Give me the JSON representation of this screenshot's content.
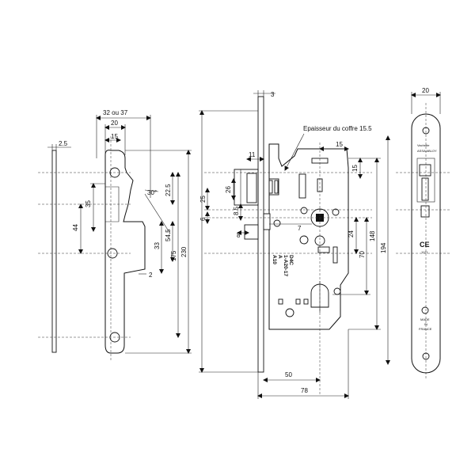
{
  "strike_plate": {
    "dimensions": {
      "thickness": "2.5",
      "width_total": "32 ou 37",
      "width_inner": "20",
      "width_slot": "15",
      "height_total": "230",
      "height_holes": "175",
      "left_35": "35",
      "left_44": "44",
      "angle": "30°",
      "right_22_5": "22.5",
      "right_54_5": "54.5",
      "right_33": "33",
      "bottom_2": "2"
    }
  },
  "lock_body": {
    "annotation": "Epaisseur du coffre 15.5",
    "marking_lines": [
      "D4C",
      "1-A20-17",
      "A",
      "A10"
    ],
    "dimensions": {
      "top_3": "3",
      "top_11": "11",
      "top_15": "15",
      "right_15": "15",
      "left_26": "26",
      "left_25": "25",
      "left_6": "6",
      "left_8_5": "8.5",
      "left_8": "8",
      "center_7": "7",
      "right_24": "24",
      "right_70": "70",
      "right_148": "148",
      "right_194": "194",
      "bottom_50": "50",
      "bottom_78": "78"
    }
  },
  "faceplate": {
    "width": "20",
    "brand_lines": [
      "Vachette",
      "ASSA ABLOY"
    ],
    "ce_mark": "CE",
    "ce_number": "1121",
    "made_in_lines": [
      "MADE",
      "IN",
      "FRANCE"
    ]
  }
}
